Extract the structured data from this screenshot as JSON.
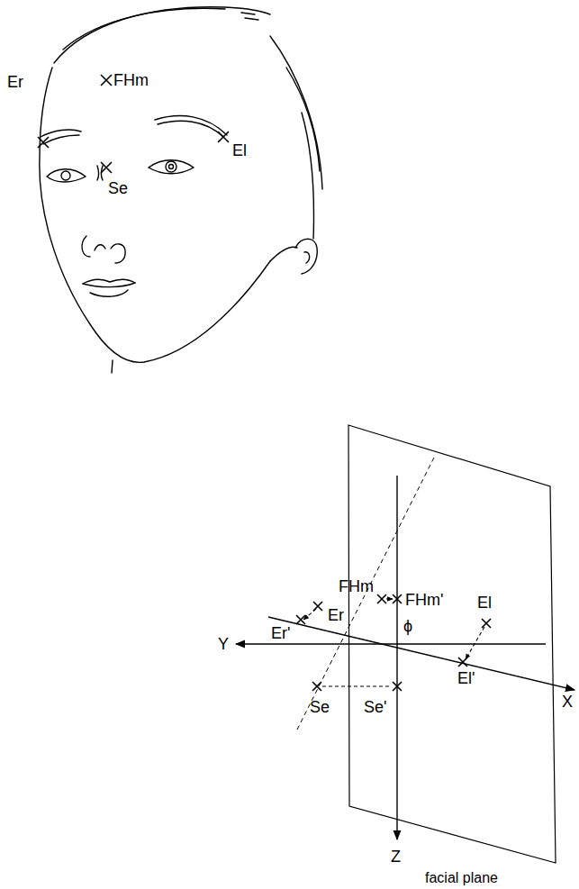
{
  "diagram": {
    "labels": [
      "FHm",
      "Er",
      "El",
      "Se",
      "FHm",
      "FHm'",
      "Er",
      "Er'",
      "El",
      "El'",
      "ϕ",
      "Y",
      "Se",
      "Se'",
      "X",
      "Z",
      "facial plane"
    ]
  }
}
